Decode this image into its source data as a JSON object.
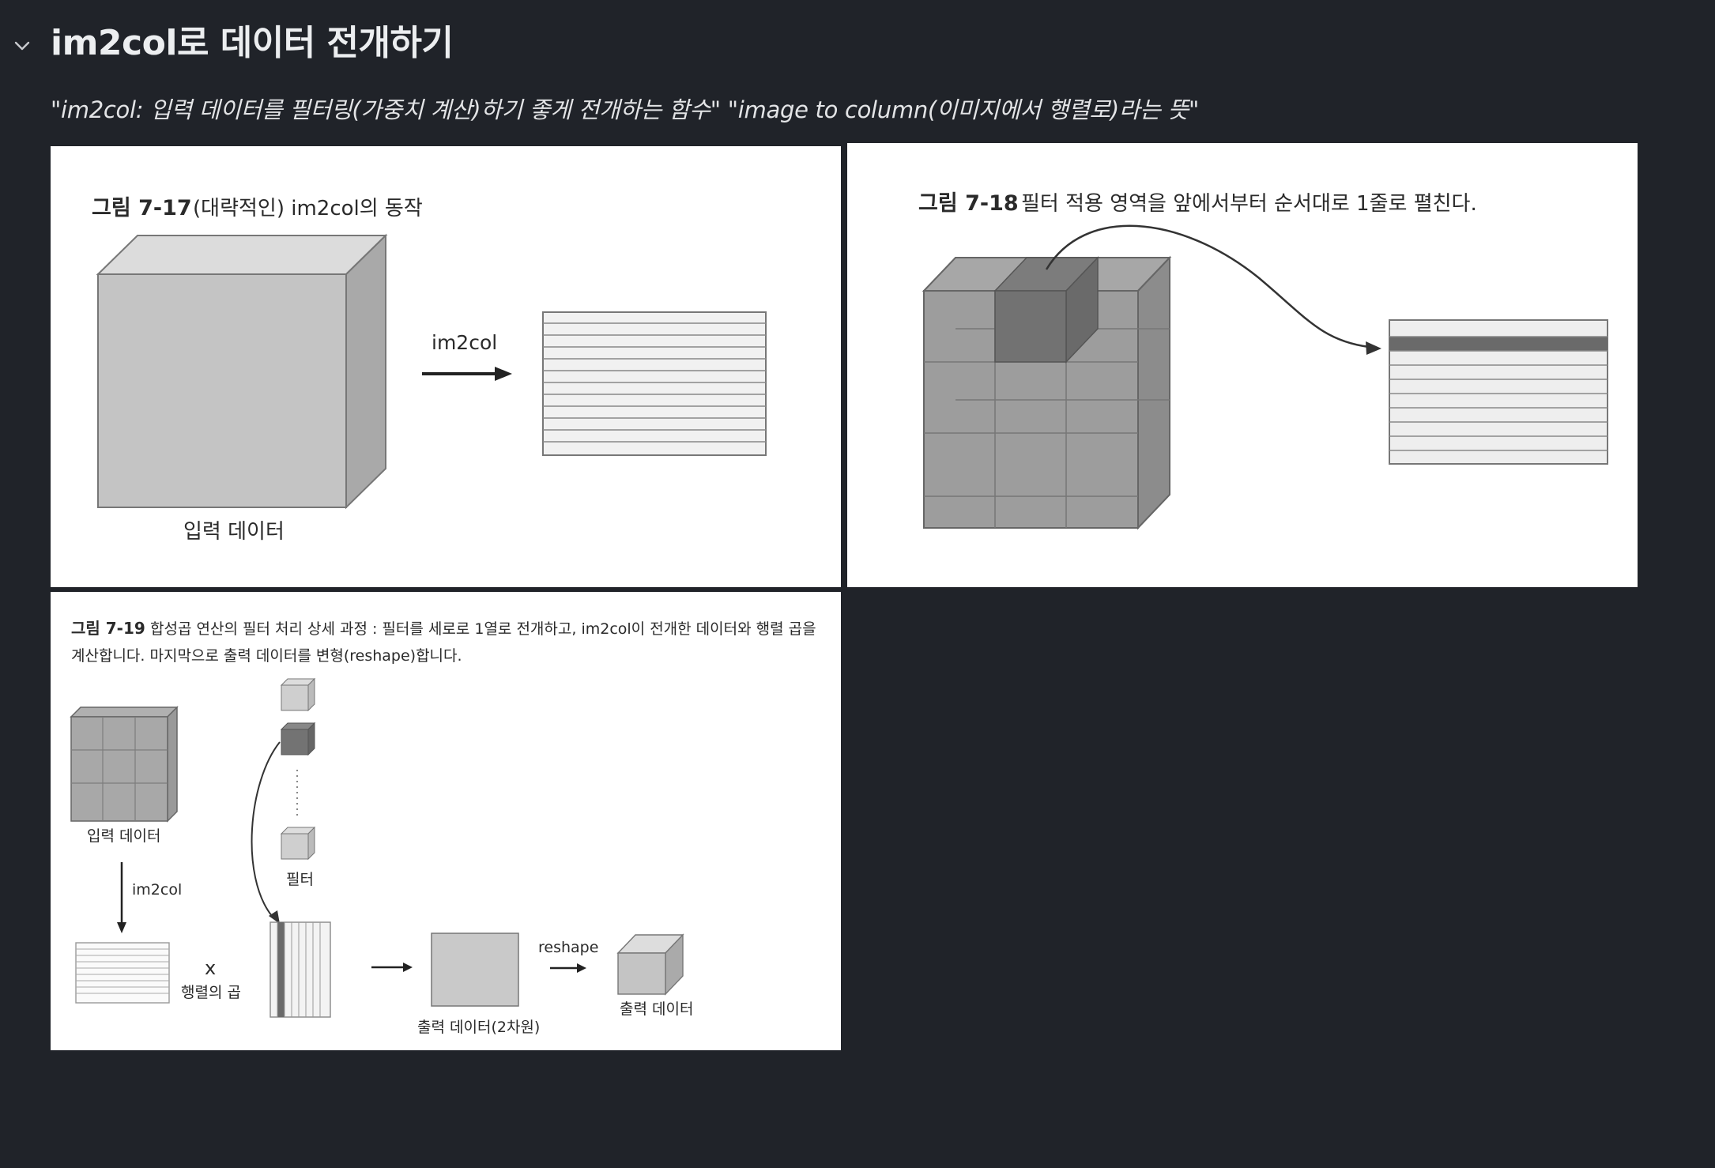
{
  "page": {
    "heading": "im2col로 데이터 전개하기",
    "quote": "\"im2col: 입력 데이터를 필터링(가중치 계산)하기 좋게 전개하는 함수\" \"image to column(이미지에서 행렬로)라는 뜻\""
  },
  "icons": {
    "toggle": "chevron-down-icon"
  },
  "figures": [
    {
      "caption_num": "그림 7-17",
      "caption_text": "(대략적인) im2col의 동작",
      "arrow_label": "im2col",
      "input_label": "입력 데이터"
    },
    {
      "caption_num": "그림 7-18",
      "caption_text": "필터 적용 영역을 앞에서부터 순서대로 1줄로 펼친다."
    },
    {
      "caption_num": "그림 7-19",
      "caption_line1": "합성곱 연산의 필터 처리 상세 과정 : 필터를 세로로 1열로 전개하고, im2col이 전개한 데이터와 행렬 곱을",
      "caption_line2": "계산합니다. 마지막으로 출력 데이터를 변형(reshape)합니다.",
      "input_label": "입력 데이터",
      "im2col_label": "im2col",
      "filter_label": "필터",
      "times_symbol": "x",
      "matmul_label": "행렬의 곱",
      "reshape_label": "reshape",
      "output2d_label": "출력 데이터(2차원)",
      "output_label": "출력 데이터"
    }
  ]
}
